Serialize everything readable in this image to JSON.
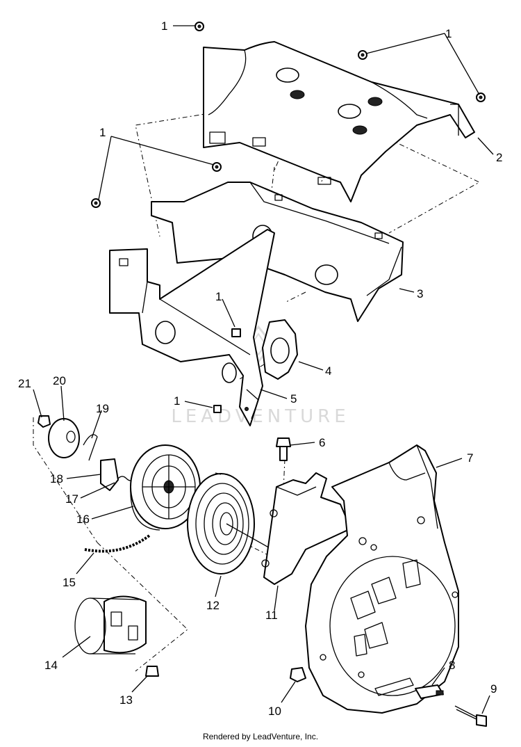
{
  "callouts": [
    {
      "id": "c1a",
      "text": "1"
    },
    {
      "id": "c1b",
      "text": "1"
    },
    {
      "id": "c1c",
      "text": "1"
    },
    {
      "id": "c1d",
      "text": "1"
    },
    {
      "id": "c1e",
      "text": "1"
    },
    {
      "id": "c2",
      "text": "2"
    },
    {
      "id": "c3",
      "text": "3"
    },
    {
      "id": "c4",
      "text": "4"
    },
    {
      "id": "c5",
      "text": "5"
    },
    {
      "id": "c6",
      "text": "6"
    },
    {
      "id": "c7",
      "text": "7"
    },
    {
      "id": "c8",
      "text": "8"
    },
    {
      "id": "c9",
      "text": "9"
    },
    {
      "id": "c10",
      "text": "10"
    },
    {
      "id": "c11",
      "text": "11"
    },
    {
      "id": "c12",
      "text": "12"
    },
    {
      "id": "c13",
      "text": "13"
    },
    {
      "id": "c14",
      "text": "14"
    },
    {
      "id": "c15",
      "text": "15"
    },
    {
      "id": "c16",
      "text": "16"
    },
    {
      "id": "c17",
      "text": "17"
    },
    {
      "id": "c18",
      "text": "18"
    },
    {
      "id": "c19",
      "text": "19"
    },
    {
      "id": "c20",
      "text": "20"
    },
    {
      "id": "c21",
      "text": "21"
    }
  ],
  "watermark": "LEADVENTURE",
  "footer": "Rendered by LeadVenture, Inc."
}
